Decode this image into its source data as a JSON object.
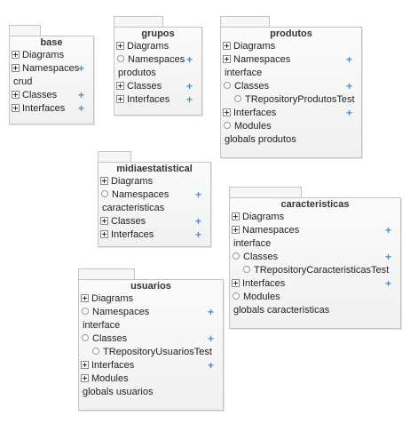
{
  "icons": {
    "expand": "plus-box-icon",
    "collapse": "minus-box-icon",
    "node": "circle-node-icon",
    "add": "blue-plus-icon"
  },
  "colors": {
    "add": "#4a90d9",
    "border": "#c4c4c4"
  },
  "packages": [
    {
      "id": "base",
      "title": "base",
      "rows": [
        {
          "kind": "section",
          "icon": "plus",
          "label": "Diagrams",
          "add": false
        },
        {
          "kind": "section",
          "icon": "plus",
          "label": "Namespaces",
          "add": true
        },
        {
          "kind": "value",
          "label": "crud",
          "add": false
        },
        {
          "kind": "section",
          "icon": "plus",
          "label": "Classes",
          "add": true
        },
        {
          "kind": "section",
          "icon": "plus",
          "label": "Interfaces",
          "add": true
        }
      ]
    },
    {
      "id": "grupos",
      "title": "grupos",
      "rows": [
        {
          "kind": "section",
          "icon": "plus",
          "label": "Diagrams",
          "add": false
        },
        {
          "kind": "section",
          "icon": "circle",
          "label": "Namespaces",
          "add": true
        },
        {
          "kind": "value",
          "label": "produtos",
          "add": false
        },
        {
          "kind": "section",
          "icon": "plus",
          "label": "Classes",
          "add": true
        },
        {
          "kind": "section",
          "icon": "plus",
          "label": "Interfaces",
          "add": true
        }
      ]
    },
    {
      "id": "produtos",
      "title": "produtos",
      "rows": [
        {
          "kind": "section",
          "icon": "plus",
          "label": "Diagrams",
          "add": false
        },
        {
          "kind": "section",
          "icon": "plus",
          "label": "Namespaces",
          "add": true
        },
        {
          "kind": "value",
          "label": "interface",
          "add": false
        },
        {
          "kind": "section",
          "icon": "circle",
          "label": "Classes",
          "add": true
        },
        {
          "kind": "sub",
          "icon": "circle",
          "label": "TRepositoryProdutosTest",
          "add": false
        },
        {
          "kind": "section",
          "icon": "plus",
          "label": "Interfaces",
          "add": true
        },
        {
          "kind": "section",
          "icon": "circle",
          "label": "Modules",
          "add": false
        },
        {
          "kind": "value",
          "label": "globals produtos",
          "add": false
        }
      ]
    },
    {
      "id": "midiaestatistica",
      "title": "midiaestatistical",
      "rows": [
        {
          "kind": "section",
          "icon": "plus",
          "label": "Diagrams",
          "add": false
        },
        {
          "kind": "section",
          "icon": "circle",
          "label": "Namespaces",
          "add": true
        },
        {
          "kind": "value",
          "label": "caracteristicas",
          "add": false
        },
        {
          "kind": "section",
          "icon": "plus",
          "label": "Classes",
          "add": true
        },
        {
          "kind": "section",
          "icon": "plus",
          "label": "Interfaces",
          "add": true
        }
      ]
    },
    {
      "id": "caracteristicas",
      "title": "caracteristicas",
      "rows": [
        {
          "kind": "section",
          "icon": "plus",
          "label": "Diagrams",
          "add": false
        },
        {
          "kind": "section",
          "icon": "plus",
          "label": "Namespaces",
          "add": true
        },
        {
          "kind": "value",
          "label": "interface",
          "add": false
        },
        {
          "kind": "section",
          "icon": "circle",
          "label": "Classes",
          "add": true
        },
        {
          "kind": "sub",
          "icon": "circle",
          "label": "TRepositoryCaracteristicasTest",
          "add": false
        },
        {
          "kind": "section",
          "icon": "plus",
          "label": "Interfaces",
          "add": true
        },
        {
          "kind": "section",
          "icon": "circle",
          "label": "Modules",
          "add": false
        },
        {
          "kind": "value",
          "label": "globals caracteristicas",
          "add": false
        }
      ]
    },
    {
      "id": "usuarios",
      "title": "usuarios",
      "rows": [
        {
          "kind": "section",
          "icon": "plus",
          "label": "Diagrams",
          "add": false
        },
        {
          "kind": "section",
          "icon": "circle",
          "label": "Namespaces",
          "add": true
        },
        {
          "kind": "value",
          "label": "interface",
          "add": false
        },
        {
          "kind": "section",
          "icon": "circle",
          "label": "Classes",
          "add": true
        },
        {
          "kind": "sub",
          "icon": "circle",
          "label": "TRepositoryUsuariosTest",
          "add": false
        },
        {
          "kind": "section",
          "icon": "plus",
          "label": "Interfaces",
          "add": true
        },
        {
          "kind": "section",
          "icon": "plus",
          "label": "Modules",
          "add": false
        },
        {
          "kind": "value",
          "label": "globals usuarios",
          "add": false
        }
      ]
    }
  ]
}
